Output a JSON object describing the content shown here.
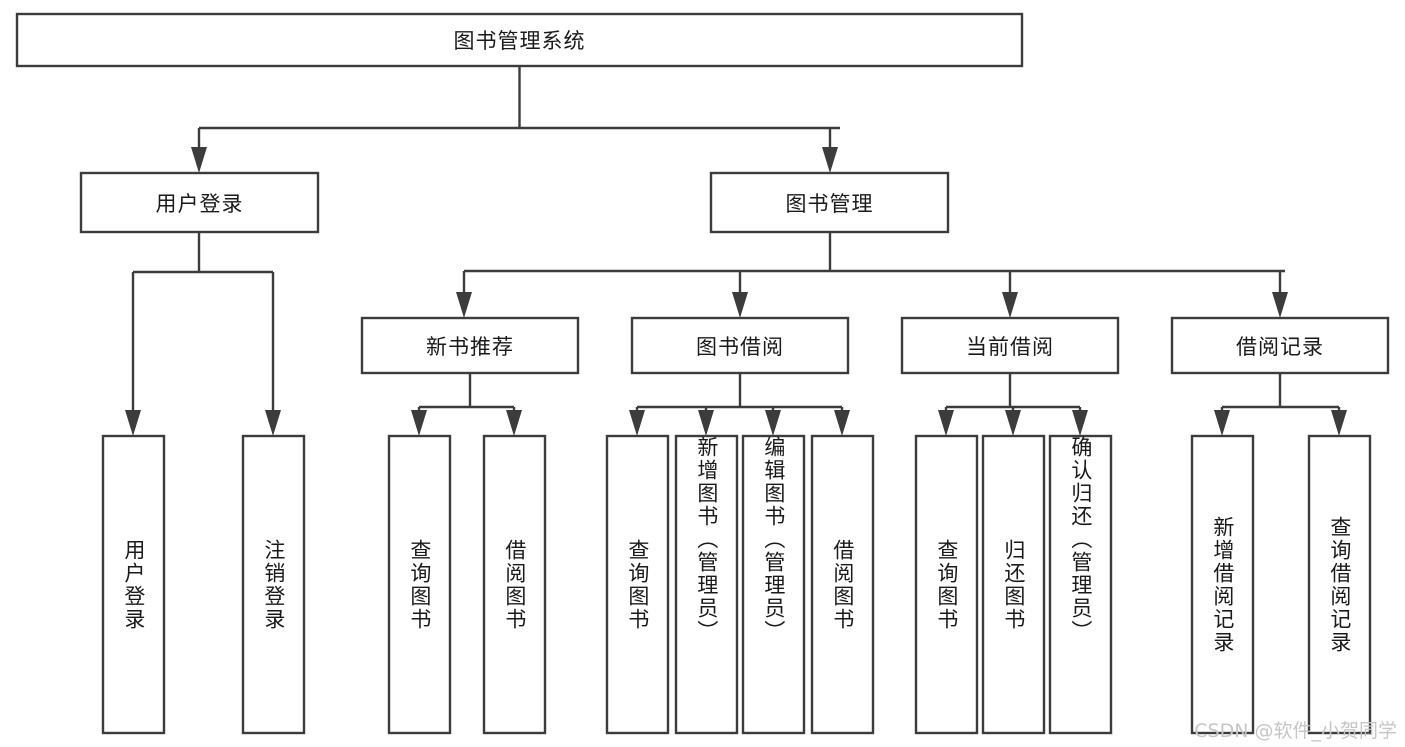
{
  "diagram": {
    "type": "tree",
    "title": "图书管理系统",
    "orientation": "top-down",
    "colors": {
      "background": "#ffffff",
      "box_fill": "#ffffff",
      "box_stroke": "#3c3c3c",
      "connector": "#3c3c3c",
      "text": "#1a1a1a",
      "watermark": "#c6c6c6"
    },
    "root": {
      "label": "图书管理系统"
    },
    "level2": [
      {
        "label": "用户登录"
      },
      {
        "label": "图书管理"
      }
    ],
    "level3": [
      {
        "label": "新书推荐"
      },
      {
        "label": "图书借阅"
      },
      {
        "label": "当前借阅"
      },
      {
        "label": "借阅记录"
      }
    ],
    "leaves": {
      "user_login": [
        {
          "label": "用户登录"
        },
        {
          "label": "注销登录"
        }
      ],
      "new_book_recommend": [
        {
          "label": "查询图书"
        },
        {
          "label": "借阅图书"
        }
      ],
      "book_borrow": [
        {
          "label": "查询图书"
        },
        {
          "label": "新增图书（管理员）"
        },
        {
          "label": "编辑图书（管理员）"
        },
        {
          "label": "借阅图书"
        }
      ],
      "current_borrow": [
        {
          "label": "查询图书"
        },
        {
          "label": "归还图书"
        },
        {
          "label": "确认归还（管理员）"
        }
      ],
      "borrow_record": [
        {
          "label": "新增借阅记录"
        },
        {
          "label": "查询借阅记录"
        }
      ]
    }
  },
  "watermark": {
    "text": "CSDN @软件_小贺同学"
  }
}
